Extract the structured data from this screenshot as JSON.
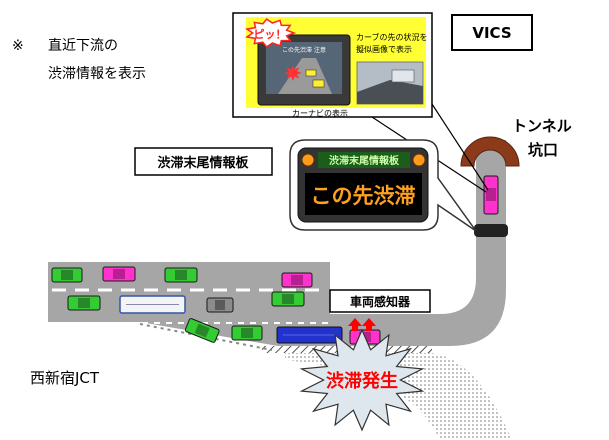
{
  "note": {
    "mark": "※",
    "line1": "直近下流の",
    "line2": "渋滞情報を表示"
  },
  "navi": {
    "beep": "ピッ！",
    "desc_line1": "カーブの先の状況を",
    "desc_line2": "擬似画像で表示",
    "screen_text": "この先渋滞 注意",
    "caption": "カーナビの表示"
  },
  "vics": {
    "label": "VICS"
  },
  "board": {
    "label": "渋滞末尾情報板",
    "header": "渋滞末尾情報板",
    "message": "この先渋滞"
  },
  "tunnel": {
    "line1": "トンネル",
    "line2": "坑口"
  },
  "detector": {
    "label": "車両感知器"
  },
  "junction": {
    "label": "西新宿JCT"
  },
  "congestion": {
    "label": "渋滞発生"
  },
  "colors": {
    "road": "#a6a6a6",
    "car_green": "#33cc33",
    "car_magenta": "#ff33cc",
    "bus_blue": "#2233cc",
    "navi_panel": "#ffff33",
    "tunnel": "#8b3a1a",
    "board_text": "#ffa020",
    "alert_red": "#ff0000"
  }
}
